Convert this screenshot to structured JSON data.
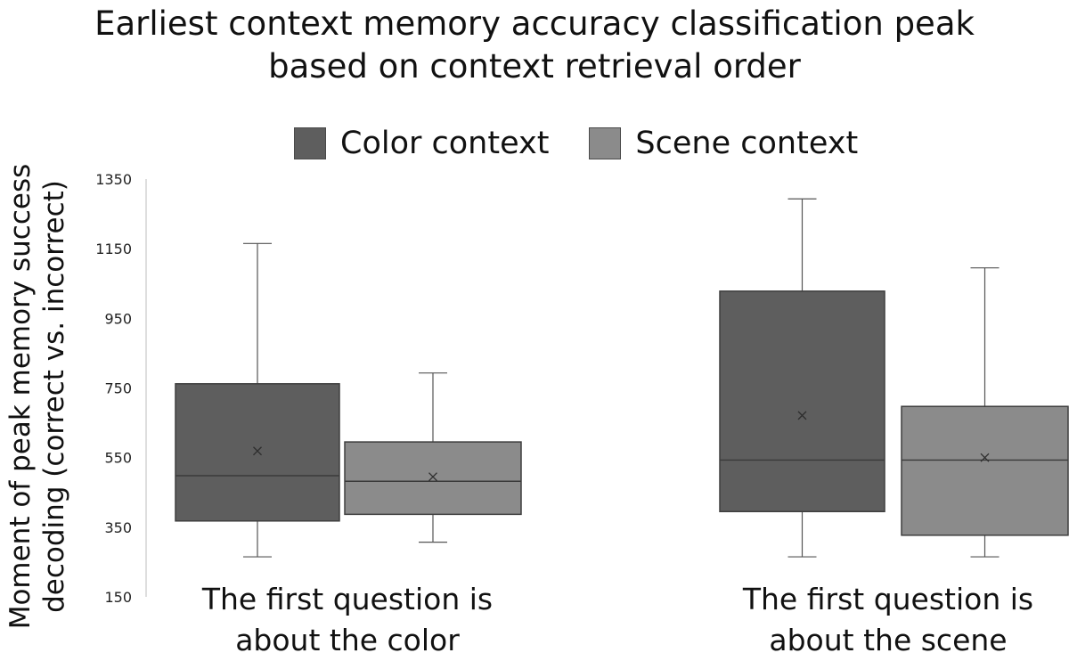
{
  "chart_data": {
    "type": "box",
    "title_lines": [
      "Earliest context memory accuracy classification peak",
      "based on context retrieval order"
    ],
    "ylabel_lines": [
      "Moment of peak memory success",
      "decoding (correct vs. incorrect)"
    ],
    "xlabel": "",
    "categories": [
      [
        "The first question is",
        "about the color"
      ],
      [
        "The first question is",
        "about the scene"
      ]
    ],
    "ylim": [
      150,
      1350
    ],
    "yticks": [
      150,
      350,
      550,
      750,
      950,
      1150,
      1350
    ],
    "grid": false,
    "legend_position": "top",
    "series": [
      {
        "name": "Color context",
        "color": "#5e5e5e",
        "boxes": [
          {
            "whisker_low": 265,
            "q1": 368,
            "median": 498,
            "q3": 762,
            "whisker_high": 1165,
            "mean": 569
          },
          {
            "whisker_low": 265,
            "q1": 395,
            "median": 543,
            "q3": 1028,
            "whisker_high": 1293,
            "mean": 671
          }
        ]
      },
      {
        "name": "Scene context",
        "color": "#8b8b8b",
        "boxes": [
          {
            "whisker_low": 307,
            "q1": 387,
            "median": 482,
            "q3": 595,
            "whisker_high": 793,
            "mean": 495
          },
          {
            "whisker_low": 265,
            "q1": 327,
            "median": 543,
            "q3": 697,
            "whisker_high": 1095,
            "mean": 550
          }
        ]
      }
    ]
  }
}
